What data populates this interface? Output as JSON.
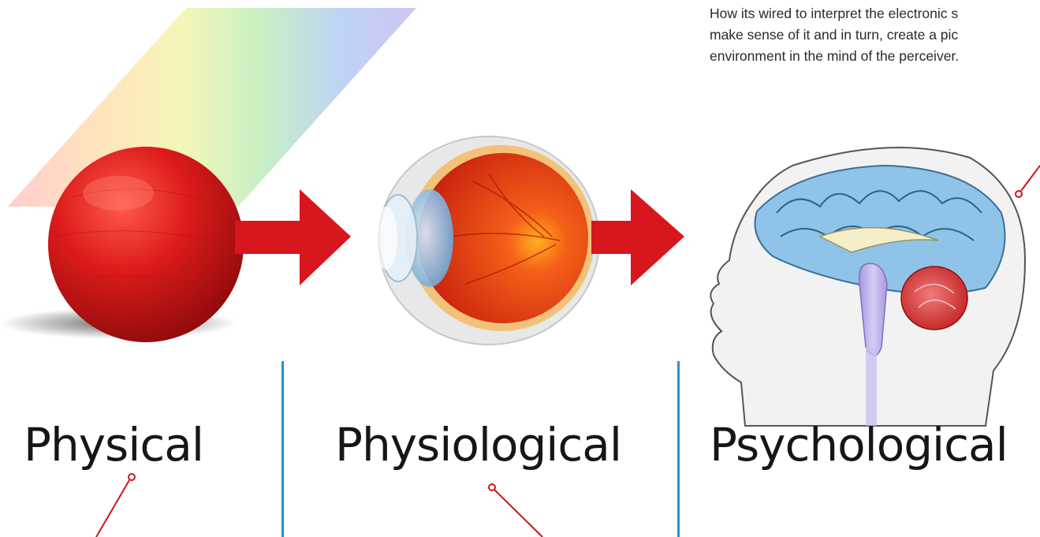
{
  "annotation": {
    "lines": [
      "How its wired to interpret the electronic s",
      "make sense of it and in turn, create a pic",
      "environment in the mind of the perceiver."
    ]
  },
  "stages": [
    {
      "label": "Physical"
    },
    {
      "label": "Physiological"
    },
    {
      "label": "Psychological"
    }
  ],
  "colors": {
    "arrow": "#d7161d",
    "ball": "#d01a1a",
    "divider": "#2a8fd0",
    "callout": "#c8161d",
    "brain_cortex": "#8fc3e8",
    "cerebellum": "#d83a3a",
    "brainstem": "#b8a8e8"
  },
  "icons": [
    "red-ball-icon",
    "light-spectrum-beam",
    "eye-cross-section-icon",
    "brain-head-profile-icon",
    "right-arrow-icon"
  ]
}
